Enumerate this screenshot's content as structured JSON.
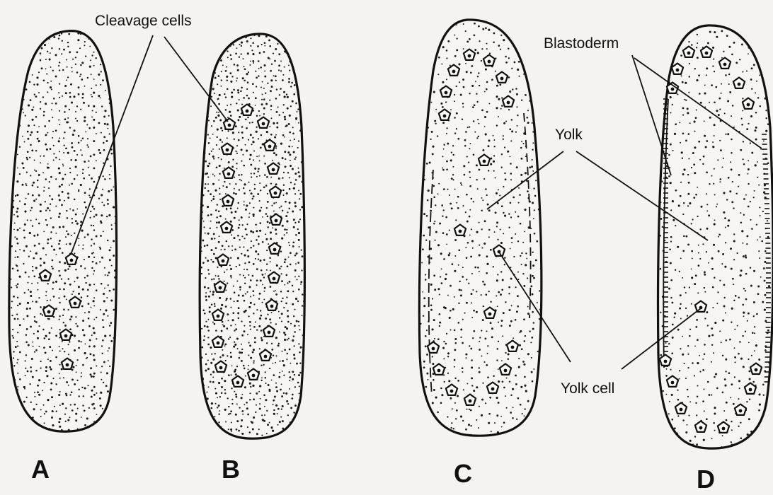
{
  "labels": {
    "cleavage_cells": "Cleavage cells",
    "blastoderm": "Blastoderm",
    "yolk": "Yolk",
    "yolk_cell": "Yolk cell"
  },
  "panels": [
    {
      "letter": "A"
    },
    {
      "letter": "B"
    },
    {
      "letter": "C"
    },
    {
      "letter": "D"
    }
  ]
}
